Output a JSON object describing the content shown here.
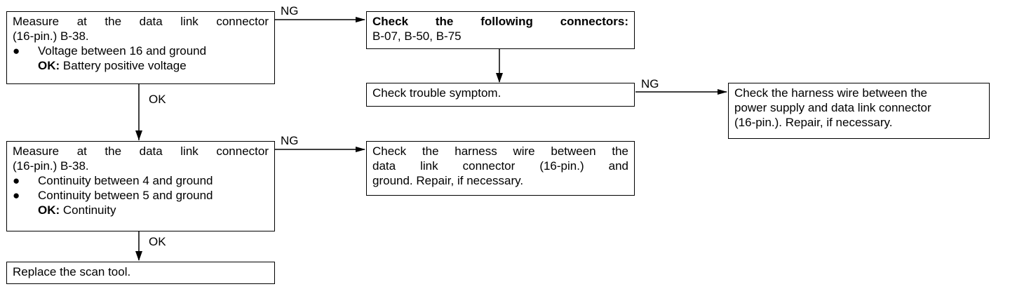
{
  "boxes": {
    "measure_voltage": {
      "line1": "Measure at the data link connector",
      "line2": "(16-pin.) B-38.",
      "bullet": "●",
      "item1": "Voltage between 16 and ground",
      "ok_label": "OK:",
      "ok_value": "Battery positive voltage"
    },
    "check_connectors": {
      "line1": "Check the following connectors:",
      "line2": "B-07, B-50, B-75"
    },
    "check_symptom": {
      "line1": "Check trouble symptom."
    },
    "check_harness_power": {
      "line1": "Check the harness wire between the",
      "line2": "power supply and data link connector",
      "line3": "(16-pin.). Repair, if necessary."
    },
    "measure_continuity": {
      "line1": "Measure at the data link connector",
      "line2": "(16-pin.) B-38.",
      "bullet": "●",
      "item1": "Continuity between 4 and ground",
      "item2": "Continuity between 5 and ground",
      "ok_label": "OK:",
      "ok_value": "Continuity"
    },
    "check_harness_ground": {
      "line1": "Check the harness wire between the",
      "line2": "data link connector (16-pin.) and",
      "line3": "ground. Repair, if necessary."
    },
    "replace_scan_tool": {
      "line1": "Replace the scan tool."
    }
  },
  "labels": {
    "ng_1": "NG",
    "ok_1": "OK",
    "ng_2": "NG",
    "ng_3": "NG",
    "ok_2": "OK"
  }
}
